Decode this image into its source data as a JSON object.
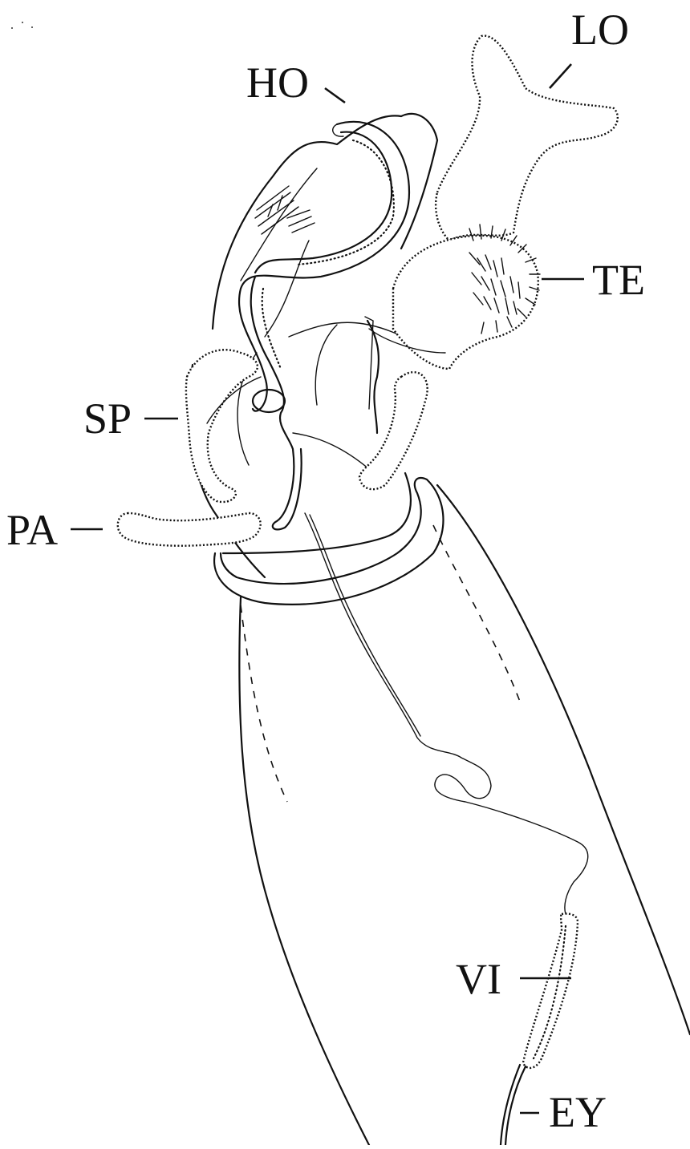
{
  "labels": {
    "lo": "LO",
    "ho": "HO",
    "te": "TE",
    "sp": "SP",
    "pa": "PA",
    "vi": "VI",
    "ey": "EY"
  }
}
